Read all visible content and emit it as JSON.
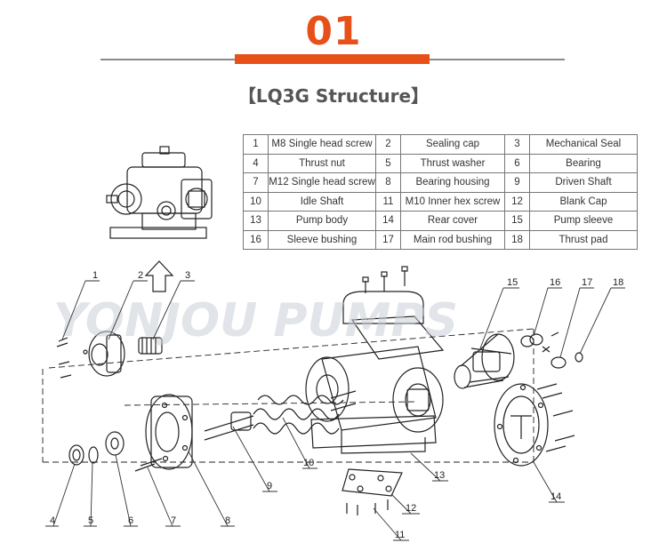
{
  "header": {
    "number": "01",
    "title": "【LQ3G Structure】",
    "accent_color": "#e8501a"
  },
  "parts_table": [
    [
      {
        "no": "1",
        "name": "M8 Single head screw"
      },
      {
        "no": "2",
        "name": "Sealing cap"
      },
      {
        "no": "3",
        "name": "Mechanical Seal"
      }
    ],
    [
      {
        "no": "4",
        "name": "Thrust nut"
      },
      {
        "no": "5",
        "name": "Thrust washer"
      },
      {
        "no": "6",
        "name": "Bearing"
      }
    ],
    [
      {
        "no": "7",
        "name": "M12 Single head screw"
      },
      {
        "no": "8",
        "name": "Bearing housing"
      },
      {
        "no": "9",
        "name": "Driven Shaft"
      }
    ],
    [
      {
        "no": "10",
        "name": "Idle Shaft"
      },
      {
        "no": "11",
        "name": "M10 Inner hex screw"
      },
      {
        "no": "12",
        "name": "Blank Cap"
      }
    ],
    [
      {
        "no": "13",
        "name": "Pump body"
      },
      {
        "no": "14",
        "name": "Rear cover"
      },
      {
        "no": "15",
        "name": "Pump sleeve"
      }
    ],
    [
      {
        "no": "16",
        "name": "Sleeve bushing"
      },
      {
        "no": "17",
        "name": "Main rod bushing"
      },
      {
        "no": "18",
        "name": "Thrust pad"
      }
    ]
  ],
  "diagram": {
    "watermark": "YONJOU PUMPS",
    "callouts": [
      "1",
      "2",
      "3",
      "4",
      "5",
      "6",
      "7",
      "8",
      "9",
      "10",
      "11",
      "12",
      "13",
      "14",
      "15",
      "16",
      "17",
      "18"
    ]
  }
}
